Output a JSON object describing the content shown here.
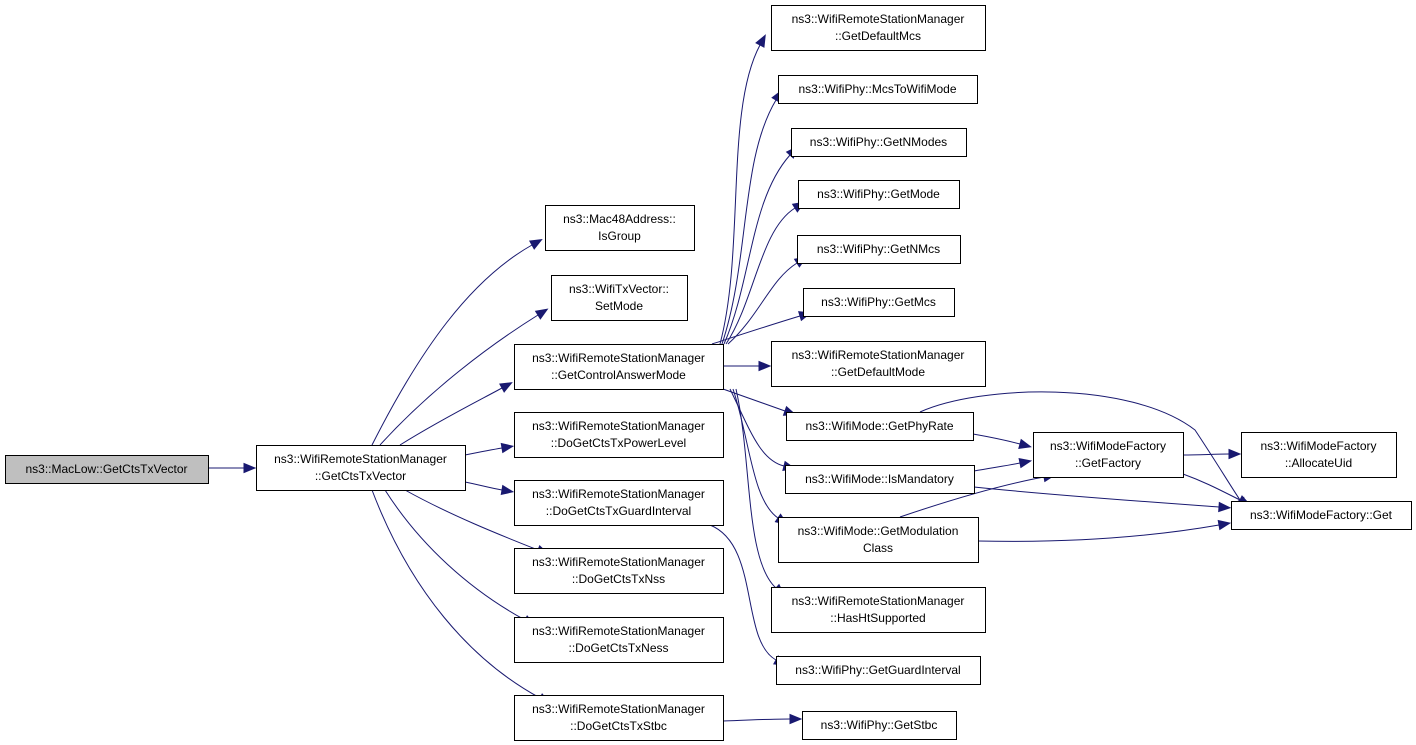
{
  "colors": {
    "edge": "#191970",
    "node_fill": "#ffffff",
    "root_fill": "#bfbfbf",
    "border": "#000000"
  },
  "nodes": [
    {
      "id": "maclow_getctstxvector",
      "lines": [
        "ns3::MacLow::GetCtsTxVector"
      ],
      "root": true
    },
    {
      "id": "wrsm_getctstxvector",
      "lines": [
        "ns3::WifiRemoteStationManager",
        "::GetCtsTxVector"
      ]
    },
    {
      "id": "mac48_isgroup",
      "lines": [
        "ns3::Mac48Address::",
        "IsGroup"
      ]
    },
    {
      "id": "wifitxvector_setmode",
      "lines": [
        "ns3::WifiTxVector::",
        "SetMode"
      ]
    },
    {
      "id": "wrsm_getcontrolanswermode",
      "lines": [
        "ns3::WifiRemoteStationManager",
        "::GetControlAnswerMode"
      ]
    },
    {
      "id": "wrsm_dogetctstxpowerlevel",
      "lines": [
        "ns3::WifiRemoteStationManager",
        "::DoGetCtsTxPowerLevel"
      ]
    },
    {
      "id": "wrsm_dogetctstxguardinterval",
      "lines": [
        "ns3::WifiRemoteStationManager",
        "::DoGetCtsTxGuardInterval"
      ]
    },
    {
      "id": "wrsm_dogetctstxnss",
      "lines": [
        "ns3::WifiRemoteStationManager",
        "::DoGetCtsTxNss"
      ]
    },
    {
      "id": "wrsm_dogetctstxness",
      "lines": [
        "ns3::WifiRemoteStationManager",
        "::DoGetCtsTxNess"
      ]
    },
    {
      "id": "wrsm_dogetctstxstbc",
      "lines": [
        "ns3::WifiRemoteStationManager",
        "::DoGetCtsTxStbc"
      ]
    },
    {
      "id": "wrsm_getdefaultmcs",
      "lines": [
        "ns3::WifiRemoteStationManager",
        "::GetDefaultMcs"
      ]
    },
    {
      "id": "wifiphy_mcstowifimode",
      "lines": [
        "ns3::WifiPhy::McsToWifiMode"
      ]
    },
    {
      "id": "wifiphy_getnmodes",
      "lines": [
        "ns3::WifiPhy::GetNModes"
      ]
    },
    {
      "id": "wifiphy_getmode",
      "lines": [
        "ns3::WifiPhy::GetMode"
      ]
    },
    {
      "id": "wifiphy_getnmcs",
      "lines": [
        "ns3::WifiPhy::GetNMcs"
      ]
    },
    {
      "id": "wifiphy_getmcs",
      "lines": [
        "ns3::WifiPhy::GetMcs"
      ]
    },
    {
      "id": "wrsm_getdefaultmode",
      "lines": [
        "ns3::WifiRemoteStationManager",
        "::GetDefaultMode"
      ]
    },
    {
      "id": "wifimode_getphyrate",
      "lines": [
        "ns3::WifiMode::GetPhyRate"
      ]
    },
    {
      "id": "wifimode_ismandatory",
      "lines": [
        "ns3::WifiMode::IsMandatory"
      ]
    },
    {
      "id": "wifimode_getmodulationclass",
      "lines": [
        "ns3::WifiMode::GetModulation",
        "Class"
      ]
    },
    {
      "id": "wrsm_hashtsupported",
      "lines": [
        "ns3::WifiRemoteStationManager",
        "::HasHtSupported"
      ]
    },
    {
      "id": "wifiphy_getguardinterval",
      "lines": [
        "ns3::WifiPhy::GetGuardInterval"
      ]
    },
    {
      "id": "wifiphy_getstbc",
      "lines": [
        "ns3::WifiPhy::GetStbc"
      ]
    },
    {
      "id": "wmf_getfactory",
      "lines": [
        "ns3::WifiModeFactory",
        "::GetFactory"
      ]
    },
    {
      "id": "wmf_allocateuid",
      "lines": [
        "ns3::WifiModeFactory",
        "::AllocateUid"
      ]
    },
    {
      "id": "wmf_get",
      "lines": [
        "ns3::WifiModeFactory::Get"
      ]
    }
  ],
  "edges": [
    {
      "from": "maclow_getctstxvector",
      "to": "wrsm_getctstxvector"
    },
    {
      "from": "wrsm_getctstxvector",
      "to": "mac48_isgroup"
    },
    {
      "from": "wrsm_getctstxvector",
      "to": "wifitxvector_setmode"
    },
    {
      "from": "wrsm_getctstxvector",
      "to": "wrsm_getcontrolanswermode"
    },
    {
      "from": "wrsm_getctstxvector",
      "to": "wrsm_dogetctstxpowerlevel"
    },
    {
      "from": "wrsm_getctstxvector",
      "to": "wrsm_dogetctstxguardinterval"
    },
    {
      "from": "wrsm_getctstxvector",
      "to": "wrsm_dogetctstxnss"
    },
    {
      "from": "wrsm_getctstxvector",
      "to": "wrsm_dogetctstxness"
    },
    {
      "from": "wrsm_getctstxvector",
      "to": "wrsm_dogetctstxstbc"
    },
    {
      "from": "wrsm_getcontrolanswermode",
      "to": "wrsm_getdefaultmcs"
    },
    {
      "from": "wrsm_getcontrolanswermode",
      "to": "wifiphy_mcstowifimode"
    },
    {
      "from": "wrsm_getcontrolanswermode",
      "to": "wifiphy_getnmodes"
    },
    {
      "from": "wrsm_getcontrolanswermode",
      "to": "wifiphy_getmode"
    },
    {
      "from": "wrsm_getcontrolanswermode",
      "to": "wifiphy_getnmcs"
    },
    {
      "from": "wrsm_getcontrolanswermode",
      "to": "wifiphy_getmcs"
    },
    {
      "from": "wrsm_getcontrolanswermode",
      "to": "wrsm_getdefaultmode"
    },
    {
      "from": "wrsm_getcontrolanswermode",
      "to": "wifimode_getphyrate"
    },
    {
      "from": "wrsm_getcontrolanswermode",
      "to": "wifimode_ismandatory"
    },
    {
      "from": "wrsm_getcontrolanswermode",
      "to": "wifimode_getmodulationclass"
    },
    {
      "from": "wrsm_getcontrolanswermode",
      "to": "wrsm_hashtsupported"
    },
    {
      "from": "wrsm_dogetctstxguardinterval",
      "to": "wifiphy_getguardinterval"
    },
    {
      "from": "wrsm_dogetctstxstbc",
      "to": "wifiphy_getstbc"
    },
    {
      "from": "wifimode_getphyrate",
      "to": "wmf_getfactory"
    },
    {
      "from": "wifimode_getphyrate",
      "to": "wmf_get"
    },
    {
      "from": "wifimode_ismandatory",
      "to": "wmf_getfactory"
    },
    {
      "from": "wifimode_ismandatory",
      "to": "wmf_get"
    },
    {
      "from": "wifimode_getmodulationclass",
      "to": "wmf_getfactory"
    },
    {
      "from": "wifimode_getmodulationclass",
      "to": "wmf_get"
    },
    {
      "from": "wmf_getfactory",
      "to": "wmf_allocateuid"
    },
    {
      "from": "wmf_getfactory",
      "to": "wmf_get"
    }
  ]
}
